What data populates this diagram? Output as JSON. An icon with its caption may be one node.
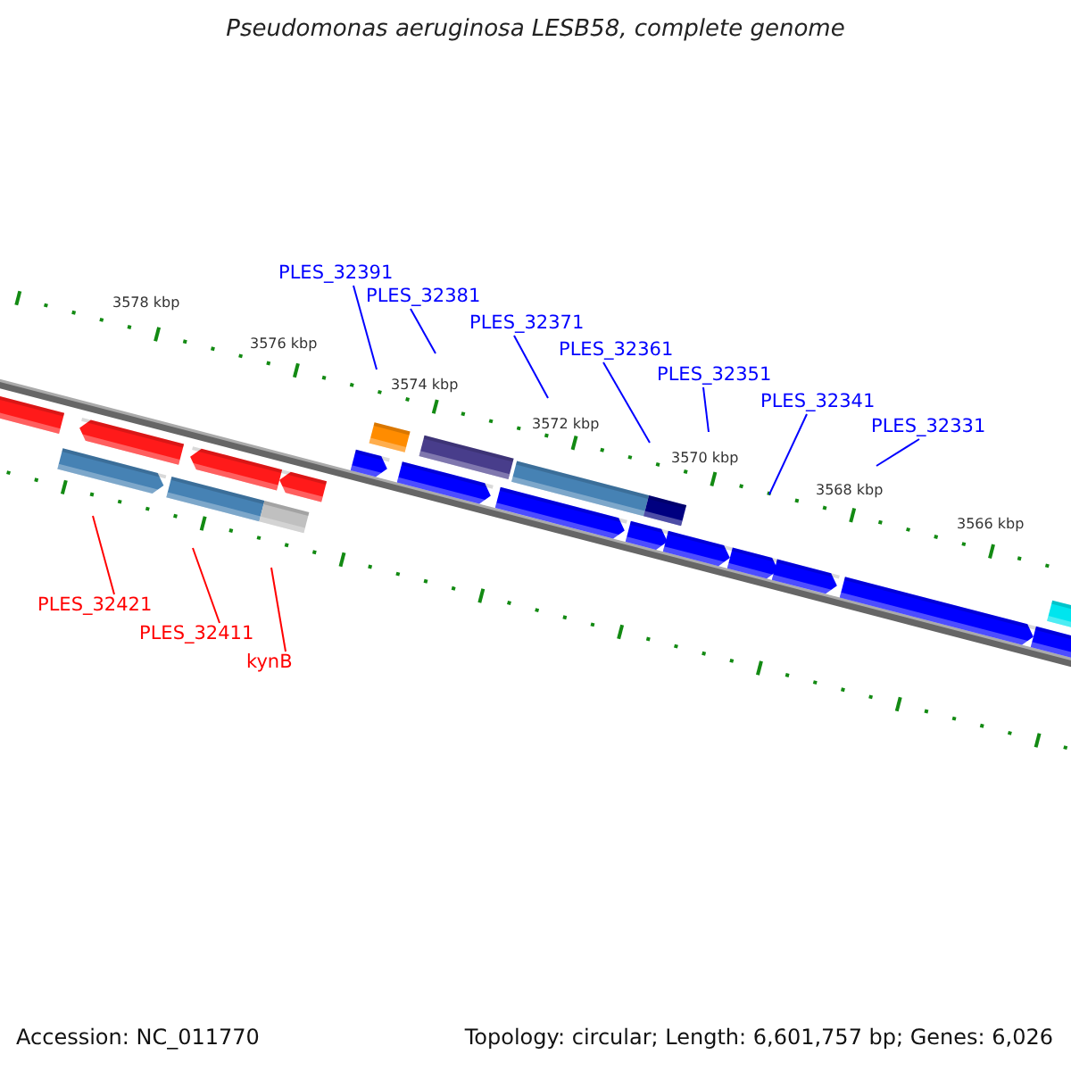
{
  "diagram": {
    "title": "Pseudomonas aeruginosa LESB58, complete genome",
    "nodes": [
      {
        "text": [
          "PLES_32391"
        ]
      },
      {
        "text": [
          "PLES_32381"
        ]
      },
      {
        "text": [
          "PLES_32371"
        ]
      },
      {
        "text": [
          "PLES_32361"
        ]
      },
      {
        "text": [
          "PLES_32351"
        ]
      },
      {
        "text": [
          "PLES_32341"
        ]
      },
      {
        "text": [
          "PLES_32331"
        ]
      },
      {
        "text": [
          "PLES_32421"
        ]
      },
      {
        "text": [
          "PLES_32411"
        ]
      },
      {
        "text": [
          "kynB"
        ]
      }
    ],
    "edges": [
      {
        "from": 0,
        "to": null,
        "arrow": "none"
      },
      {
        "from": 1,
        "to": null,
        "arrow": "none"
      },
      {
        "from": 2,
        "to": null,
        "arrow": "none"
      },
      {
        "from": 3,
        "to": null,
        "arrow": "none"
      },
      {
        "from": 4,
        "to": null,
        "arrow": "none"
      },
      {
        "from": 5,
        "to": null,
        "arrow": "none"
      },
      {
        "from": 6,
        "to": null,
        "arrow": "none"
      },
      {
        "from": 7,
        "to": null,
        "arrow": "none",
        "color": "#ff0000"
      },
      {
        "from": 8,
        "to": null,
        "arrow": "none",
        "color": "#ff0000"
      },
      {
        "from": 9,
        "to": null,
        "arrow": "none",
        "color": "#ff0000"
      }
    ],
    "labels": [
      "3578 kbp",
      "3576 kbp",
      "3574 kbp",
      "3572 kbp",
      "3570 kbp",
      "3568 kbp",
      "3566 kbp",
      "Accession: NC_011770",
      "Topology: circular; Length: 6,601,757 bp; Genes: 6,026"
    ]
  }
}
